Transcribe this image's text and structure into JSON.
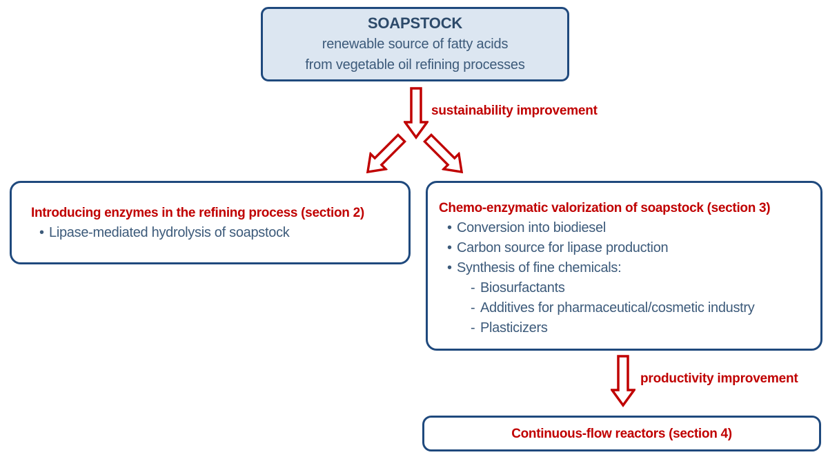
{
  "colors": {
    "accent_red": "#c00000",
    "border_blue": "#1f497d",
    "text_blue": "#3c5a7a",
    "top_box_fill": "#dce6f1"
  },
  "markers": {
    "bullet": "•",
    "dash": "-"
  },
  "top_box": {
    "title": "SOAPSTOCK",
    "line1": "renewable source of fatty acids",
    "line2": "from vegetable oil refining processes"
  },
  "arrow1": {
    "label": "sustainability improvement"
  },
  "left_box": {
    "title": "Introducing enzymes in the refining process (section 2)",
    "bullets": [
      "Lipase-mediated hydrolysis of soapstock"
    ]
  },
  "right_box": {
    "title": "Chemo-enzymatic valorization of soapstock (section 3)",
    "bullets": [
      "Conversion into biodiesel",
      "Carbon source for lipase production",
      "Synthesis of fine chemicals:"
    ],
    "sub_bullets": [
      "Biosurfactants",
      "Additives for pharmaceutical/cosmetic industry",
      "Plasticizers"
    ]
  },
  "arrow2": {
    "label": "productivity improvement"
  },
  "bottom_box": {
    "title": "Continuous-flow reactors (section 4)"
  }
}
